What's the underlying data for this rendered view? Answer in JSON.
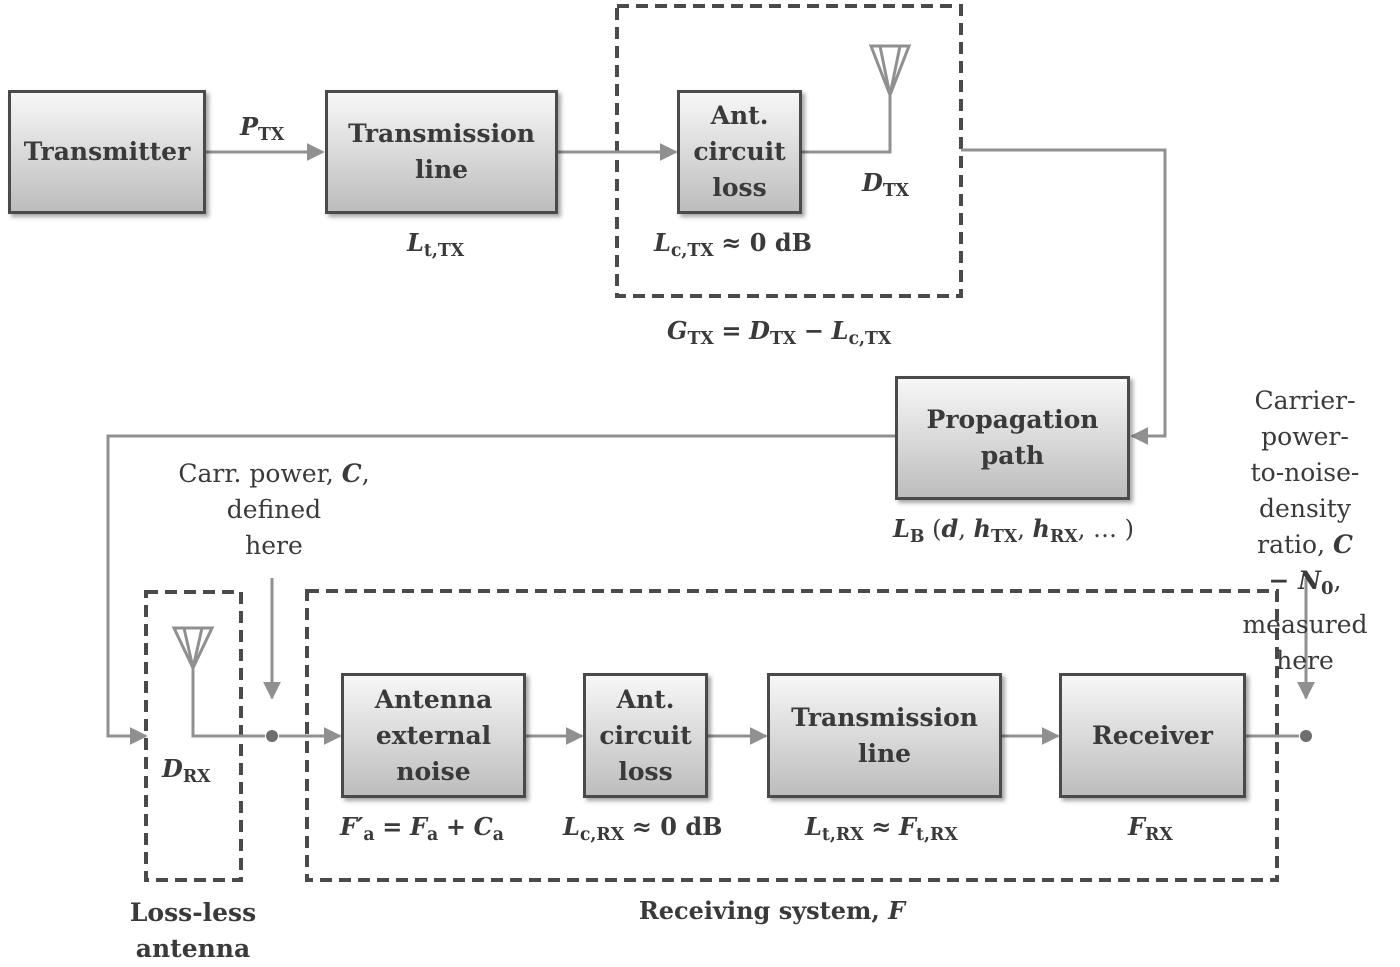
{
  "blocks": {
    "transmitter": "Transmitter",
    "tx_line": "Transmission\nline",
    "tx_ant_loss": "Ant.\ncircuit\nloss",
    "propagation": "Propagation\npath",
    "ant_noise": "Antenna\nexternal\nnoise",
    "rx_ant_loss": "Ant.\ncircuit\nloss",
    "rx_line": "Transmission\nline",
    "receiver": "Receiver"
  },
  "labels": {
    "p_tx": "P",
    "p_tx_sub": "TX",
    "l_t_tx": "L",
    "l_t_tx_sub": "t,TX",
    "l_c_tx": "L",
    "l_c_tx_sub": "c,TX",
    "l_c_tx_val": "≈ 0 dB",
    "d_tx": "D",
    "d_tx_sub": "TX",
    "g_tx_g": "G",
    "g_tx_g_sub": "TX",
    "g_tx_eq": "=",
    "g_tx_d": "D",
    "g_tx_d_sub": "TX",
    "g_tx_minus": "−",
    "g_tx_l": "L",
    "g_tx_l_sub": "c,TX",
    "l_b": "L",
    "l_b_sub": "B",
    "l_b_args_open": "(",
    "l_b_d": "d",
    "l_b_h1": "h",
    "l_b_h1_sub": "TX",
    "l_b_h2": "h",
    "l_b_h2_sub": "RX",
    "l_b_args_close": ", … )",
    "carr_power_1": "Carr. power, ",
    "carr_power_c": "C",
    "carr_power_2": ",",
    "carr_power_3": "defined",
    "carr_power_4": "here",
    "cnr_1": "Carrier-power-",
    "cnr_2": "to-noise-density",
    "cnr_3a": "ratio, ",
    "cnr_3c": "C",
    "cnr_3m": " − ",
    "cnr_3n": "N",
    "cnr_3n_sub": "0",
    "cnr_3e": ",",
    "cnr_4": "measured",
    "cnr_5": "here",
    "d_rx": "D",
    "d_rx_sub": "RX",
    "f_a_prime": "F′",
    "f_a_prime_sub": "a",
    "f_a_eq": "=",
    "f_a": "F",
    "f_a_sub": "a",
    "f_a_plus": "+",
    "c_a": "C",
    "c_a_sub": "a",
    "l_c_rx": "L",
    "l_c_rx_sub": "c,RX",
    "l_c_rx_val": "≈ 0 dB",
    "l_t_rx": "L",
    "l_t_rx_sub": "t,RX",
    "l_t_rx_approx": "≈",
    "f_t_rx": "F",
    "f_t_rx_sub": "t,RX",
    "f_rx": "F",
    "f_rx_sub": "RX",
    "lossless_1": "Loss-less",
    "lossless_2": "antenna",
    "rx_system": "Receiving system, ",
    "rx_system_f": "F"
  },
  "colors": {
    "arrow": "#909090",
    "box_border": "#4a4a4a",
    "dashed": "#4a4a4a",
    "text": "#3a3a3a"
  }
}
